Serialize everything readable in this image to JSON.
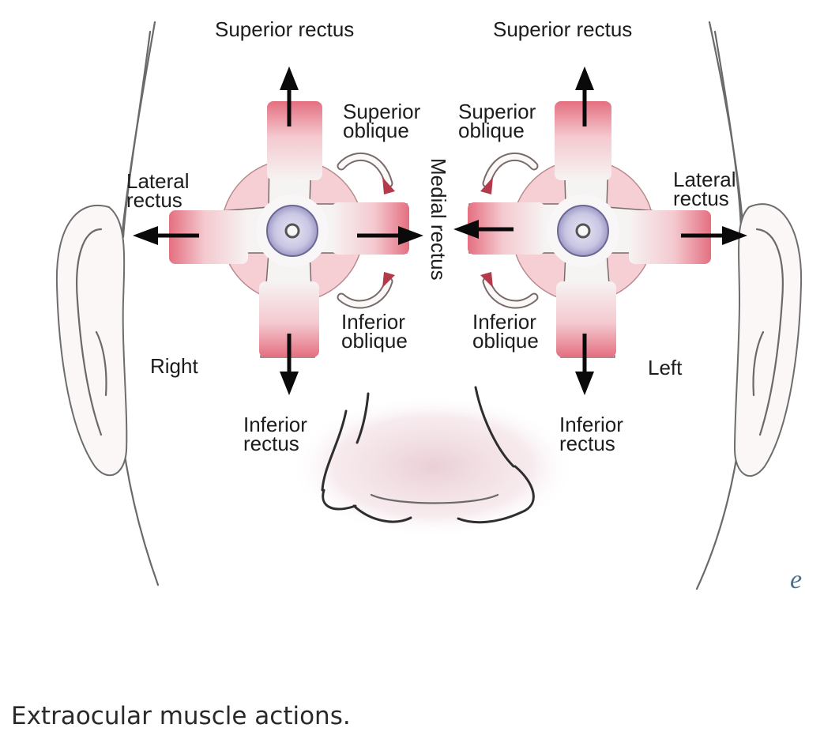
{
  "diagram": {
    "labels": {
      "superior_rectus_right": "Superior rectus",
      "superior_rectus_left": "Superior rectus",
      "superior_oblique_right": [
        "Superior",
        "oblique"
      ],
      "superior_oblique_left": [
        "Superior",
        "oblique"
      ],
      "lateral_rectus_right": [
        "Lateral",
        "rectus"
      ],
      "lateral_rectus_left": [
        "Lateral",
        "rectus"
      ],
      "medial_rectus": "Medial rectus",
      "inferior_oblique_right": [
        "Inferior",
        "oblique"
      ],
      "inferior_oblique_left": [
        "Inferior",
        "oblique"
      ],
      "inferior_rectus_right": [
        "Inferior",
        "rectus"
      ],
      "inferior_rectus_left": [
        "Inferior",
        "rectus"
      ],
      "side_right": "Right",
      "side_left": "Left",
      "publisher_mark": "e"
    },
    "colors": {
      "muscle_red": "#e46f80",
      "globe_pink": "#f5cfd3",
      "iris_purple": "#b7b4d9",
      "publisher_mark": "#4a6f8f"
    }
  },
  "caption": "Extraocular muscle actions."
}
